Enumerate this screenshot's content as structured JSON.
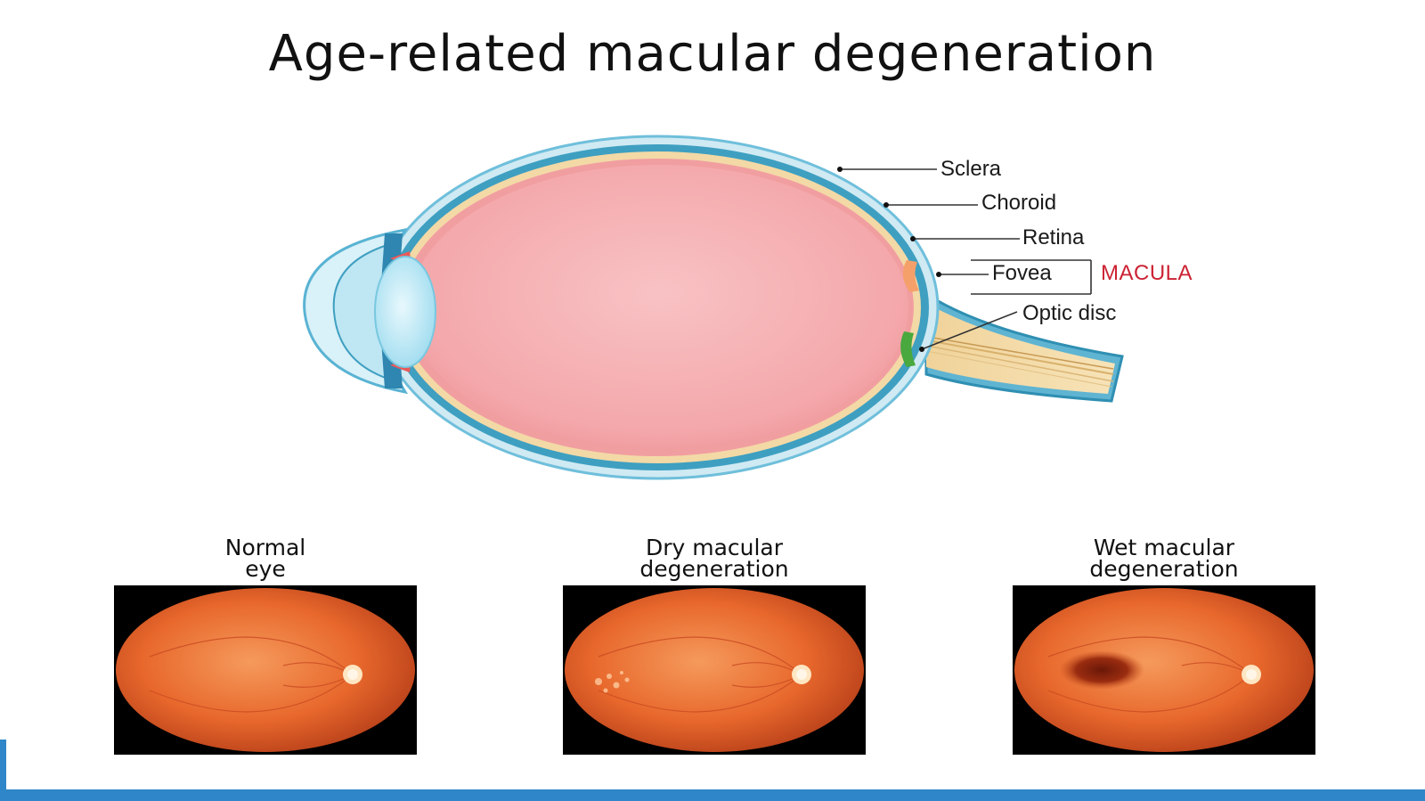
{
  "title": "Age-related macular degeneration",
  "eye_labels": {
    "sclera": "Sclera",
    "choroid": "Choroid",
    "retina": "Retina",
    "fovea": "Fovea",
    "macula": "MACULA",
    "optic_disc": "Optic disc"
  },
  "fundus_panels": [
    {
      "line1": "Normal",
      "line2": "eye"
    },
    {
      "line1": "Dry macular",
      "line2": "degeneration"
    },
    {
      "line1": "Wet macular",
      "line2": "degeneration"
    }
  ],
  "colors": {
    "accent_bar": "#2f86c8",
    "macula_label": "#cc2233",
    "vitreous": "#f6b2b4",
    "sclera": "#4aa8c8",
    "fundus": "#e8642a"
  }
}
